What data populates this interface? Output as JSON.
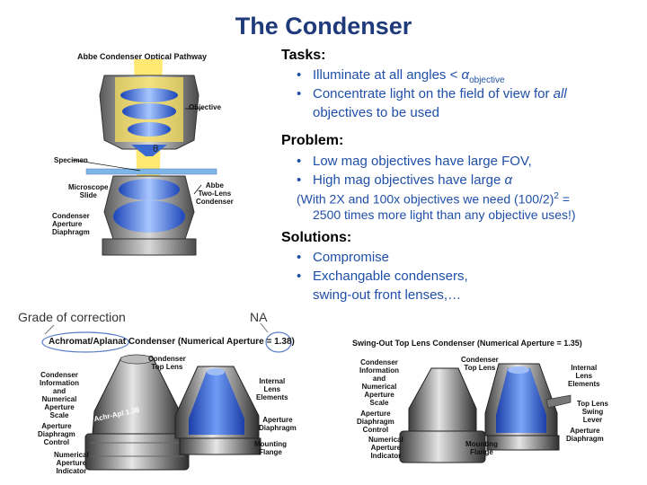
{
  "title": "The Condenser",
  "tasks": {
    "heading": "Tasks:",
    "items": [
      {
        "text": "Illuminate at all angles < ",
        "symbol": "α",
        "sub": "objective"
      },
      {
        "line1a": "Concentrate light on the field of view for ",
        "line1b": "all",
        "line2": "objectives to be used"
      }
    ]
  },
  "problem": {
    "heading": "Problem:",
    "items": [
      "Low mag objectives have large FOV,",
      "High mag objectives have large "
    ],
    "symbol": "α",
    "note_line1a": "(With 2X and 100x objectives we need (100/2)",
    "note_sup": "2",
    "note_line1b": " =",
    "note_line2": "2500 times more light than any objective uses!)"
  },
  "solutions": {
    "heading": "Solutions:",
    "items": [
      "Compromise",
      "Exchangable condensers,"
    ],
    "item2_line2": "swing-out front lenses,…"
  },
  "annotations": {
    "grade": "Grade of correction",
    "na": "NA"
  },
  "figure1": {
    "title": "Abbe Condenser Optical Pathway",
    "labels": {
      "objective": "Objective",
      "theta": "θ",
      "specimen": "Specimen",
      "slide1": "Microscope",
      "slide2": "Slide",
      "abbe1": "Abbe",
      "abbe2": "Two-Lens",
      "abbe3": "Condenser",
      "cond1": "Condenser",
      "cond2": "Aperture",
      "cond3": "Diaphragm"
    }
  },
  "figure2": {
    "title": "Achromat/Aplanat Condenser (Numerical Aperture = 1.38)",
    "labels": {
      "toplens1": "Condenser",
      "toplens2": "Top Lens",
      "ci1": "Condenser",
      "ci2": "Information",
      "ci3": "and",
      "ci4": "Numerical",
      "ci5": "Aperture",
      "ci6": "Scale",
      "ad1": "Aperture",
      "ad2": "Diaphragm",
      "ad3": "Control",
      "na1": "Numerical",
      "na2": "Aperture",
      "na3": "Indicator",
      "il1": "Internal",
      "il2": "Lens",
      "il3": "Elements",
      "ap1": "Aperture",
      "ap2": "Diaphragm",
      "mf1": "Mounting",
      "mf2": "Flange",
      "engraving": "Achr-Apl 1.38"
    }
  },
  "figure3": {
    "title": "Swing-Out Top Lens Condenser (Numerical Aperture = 1.35)",
    "labels": {
      "toplens1": "Condenser",
      "toplens2": "Top Lens",
      "ci1": "Condenser",
      "ci2": "Information",
      "ci3": "and",
      "ci4": "Numerical",
      "ci5": "Aperture",
      "ci6": "Scale",
      "ad1": "Aperture",
      "ad2": "Diaphragm",
      "ad3": "Control",
      "na1": "Numerical",
      "na2": "Aperture",
      "na3": "Indicator",
      "il1": "Internal",
      "il2": "Lens",
      "il3": "Elements",
      "sw1": "Top Lens",
      "sw2": "Swing",
      "sw3": "Lever",
      "ap1": "Aperture",
      "ap2": "Diaphragm",
      "mf1": "Mounting",
      "mf2": "Flange"
    }
  }
}
